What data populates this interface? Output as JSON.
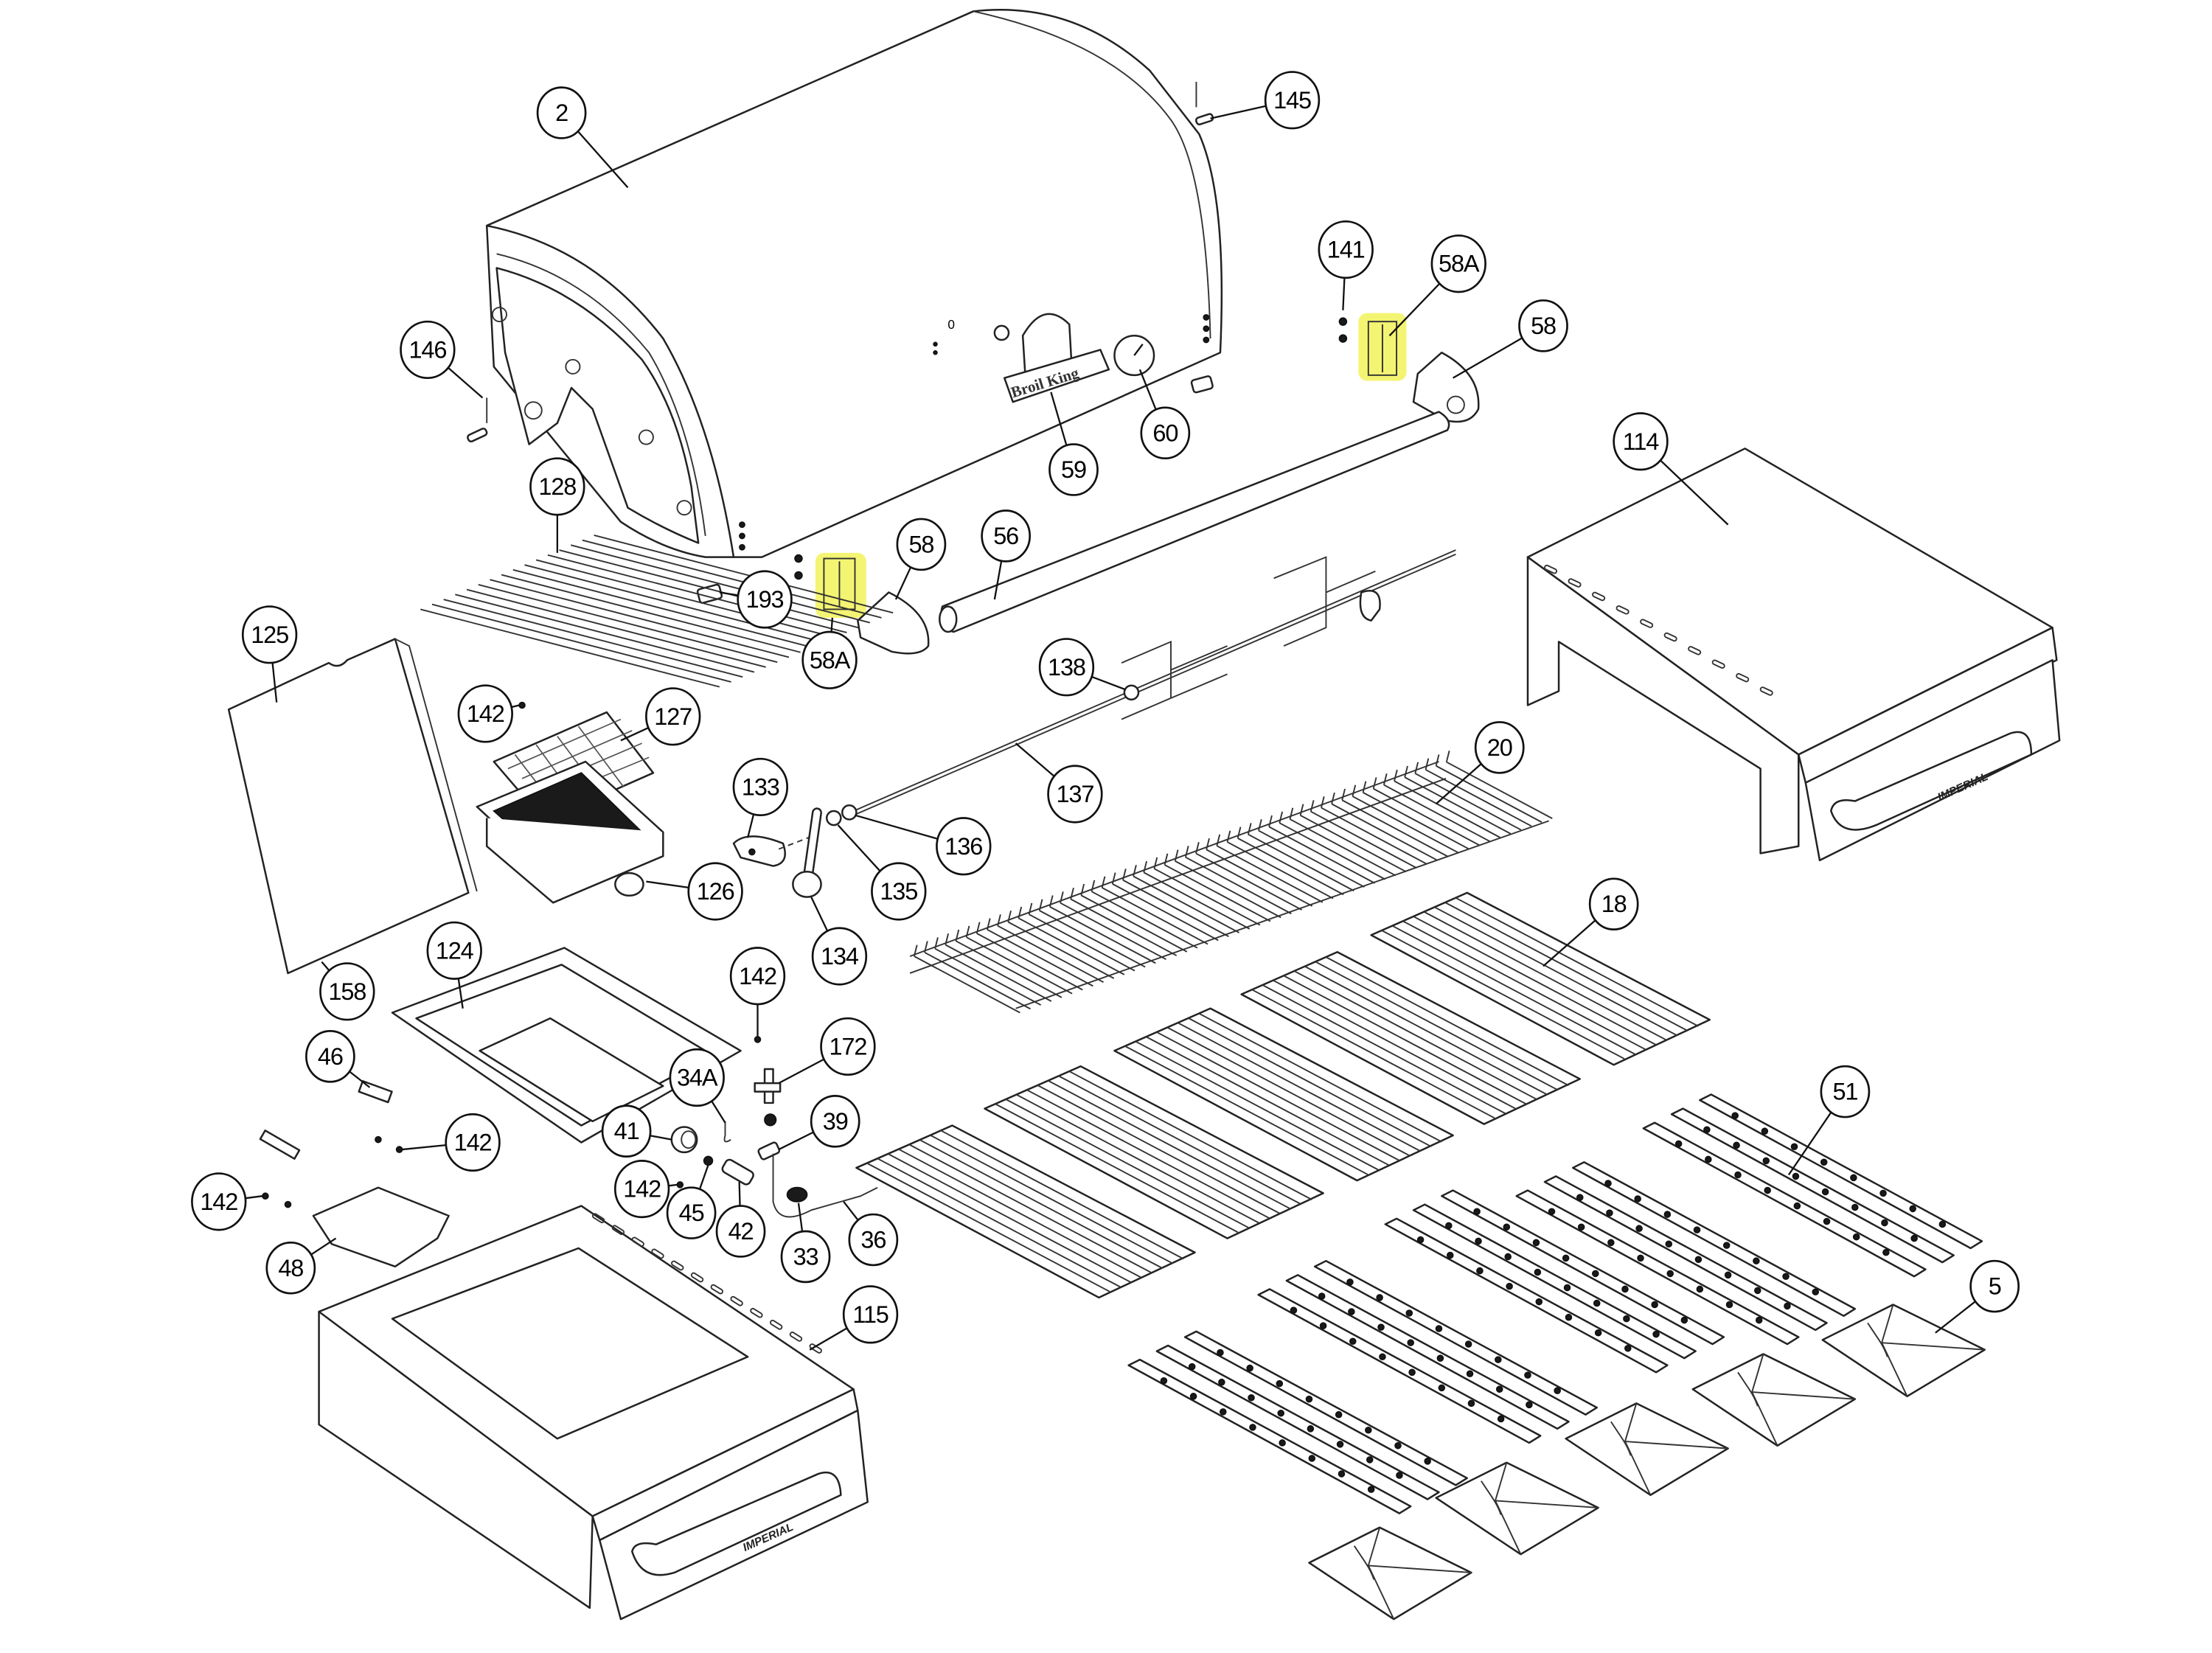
{
  "diagram": {
    "title": "Grill exploded parts diagram",
    "highlight_color": "#f2f25a",
    "lid_logo_text": "Broil King",
    "brand_label_side_burner": "IMPERIAL",
    "brand_label_cabinet": "IMPERIAL",
    "callouts": [
      {
        "id": "2",
        "label": "2",
        "part": "lid"
      },
      {
        "id": "145",
        "label": "145",
        "part": "lid-pin"
      },
      {
        "id": "146",
        "label": "146",
        "part": "lid-pin-left"
      },
      {
        "id": "141",
        "label": "141",
        "part": "rotisserie-bracket-screws"
      },
      {
        "id": "58A-right",
        "label": "58A",
        "part": "rotisserie-bracket-right",
        "highlighted": true
      },
      {
        "id": "58-right",
        "label": "58",
        "part": "rotisserie-motor-cover-right"
      },
      {
        "id": "59",
        "label": "59",
        "part": "logo-handle-bezel"
      },
      {
        "id": "60",
        "label": "60",
        "part": "temperature-gauge"
      },
      {
        "id": "128",
        "label": "128",
        "part": "side-burner-grid"
      },
      {
        "id": "193",
        "label": "193",
        "part": "clip"
      },
      {
        "id": "58A-left",
        "label": "58A",
        "part": "rotisserie-bracket-left",
        "highlighted": true
      },
      {
        "id": "58-left",
        "label": "58",
        "part": "rotisserie-motor-cover-left"
      },
      {
        "id": "56",
        "label": "56",
        "part": "rotisserie-burner-tube"
      },
      {
        "id": "114",
        "label": "114",
        "part": "side-shelf-right"
      },
      {
        "id": "125",
        "label": "125",
        "part": "side-burner-lid"
      },
      {
        "id": "142-a",
        "label": "142",
        "part": "screw"
      },
      {
        "id": "127",
        "label": "127",
        "part": "infrared-burner-screen"
      },
      {
        "id": "138",
        "label": "138",
        "part": "rotisserie-forks"
      },
      {
        "id": "133",
        "label": "133",
        "part": "rotisserie-motor"
      },
      {
        "id": "137",
        "label": "137",
        "part": "rotisserie-spit-rod"
      },
      {
        "id": "20",
        "label": "20",
        "part": "warming-rack"
      },
      {
        "id": "136",
        "label": "136",
        "part": "spit-collar"
      },
      {
        "id": "126",
        "label": "126",
        "part": "infrared-side-burner"
      },
      {
        "id": "135",
        "label": "135",
        "part": "washer"
      },
      {
        "id": "134",
        "label": "134",
        "part": "counterweight-handle"
      },
      {
        "id": "124",
        "label": "124",
        "part": "side-burner-bowl"
      },
      {
        "id": "158",
        "label": "158",
        "part": "lid-hinge-screw"
      },
      {
        "id": "18",
        "label": "18",
        "part": "cooking-grids"
      },
      {
        "id": "142-b",
        "label": "142",
        "part": "screw"
      },
      {
        "id": "172",
        "label": "172",
        "part": "electrode"
      },
      {
        "id": "46",
        "label": "46",
        "part": "bracket"
      },
      {
        "id": "34A",
        "label": "34A",
        "part": "ignitor-wire"
      },
      {
        "id": "51",
        "label": "51",
        "part": "flav-r-wave-bars"
      },
      {
        "id": "39",
        "label": "39",
        "part": "orifice"
      },
      {
        "id": "41",
        "label": "41",
        "part": "control-knob"
      },
      {
        "id": "142-c",
        "label": "142",
        "part": "screw"
      },
      {
        "id": "142-d",
        "label": "142",
        "part": "screw"
      },
      {
        "id": "45",
        "label": "45",
        "part": "nut"
      },
      {
        "id": "142-e",
        "label": "142",
        "part": "screw"
      },
      {
        "id": "42",
        "label": "42",
        "part": "valve"
      },
      {
        "id": "33",
        "label": "33",
        "part": "ignitor-button"
      },
      {
        "id": "36",
        "label": "36",
        "part": "ignitor-wire-lead"
      },
      {
        "id": "48",
        "label": "48",
        "part": "drip-cup"
      },
      {
        "id": "115",
        "label": "115",
        "part": "side-shelf-left"
      },
      {
        "id": "5",
        "label": "5",
        "part": "heat-tents"
      }
    ]
  }
}
